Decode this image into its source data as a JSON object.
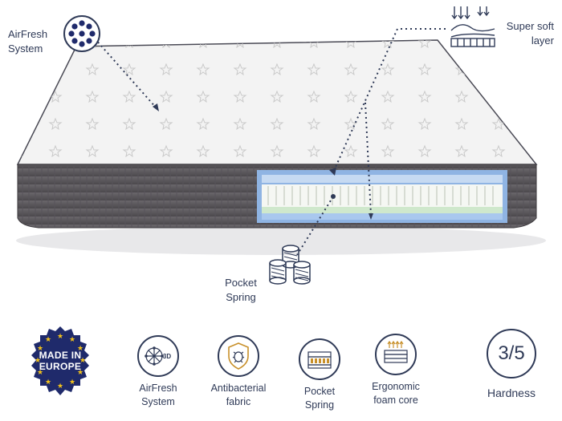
{
  "callouts": {
    "airfresh": {
      "line1": "AirFresh",
      "line2": "System"
    },
    "supersoft": {
      "line1": "Super soft",
      "line2": "layer"
    },
    "pocket": {
      "line1": "Pocket",
      "line2": "Spring"
    }
  },
  "badges": {
    "made_in": {
      "line1": "MADE IN",
      "line2": "EUROPE"
    },
    "airfresh": {
      "line1": "AirFresh",
      "line2": "System",
      "icon_text": "3D"
    },
    "antibacterial": {
      "line1": "Antibacterial",
      "line2": "fabric"
    },
    "pocket": {
      "line1": "Pocket",
      "line2": "Spring"
    },
    "ergonomic": {
      "line1": "Ergonomic",
      "line2": "foam core"
    },
    "hardness": {
      "value": "3/5",
      "label": "Hardness"
    }
  },
  "colors": {
    "navy": "#2f3a57",
    "eu_blue": "#1f2a6b",
    "eu_star": "#f2c21b",
    "mattress_top": "#f2f2f2",
    "mattress_side": "#5e5a5e",
    "foam_blue": "#8fb4e3"
  }
}
